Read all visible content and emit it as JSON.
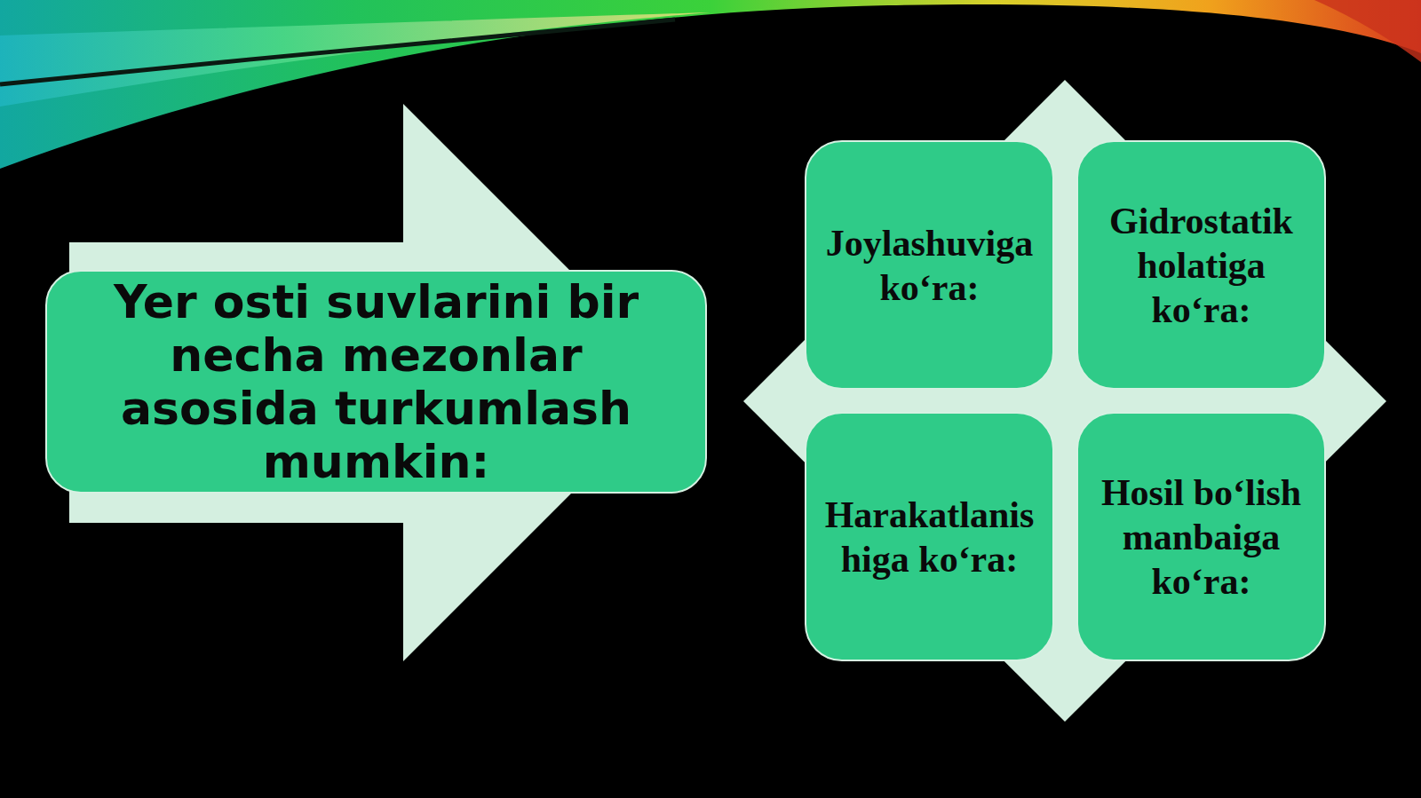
{
  "diagram": {
    "nodes": [
      {
        "text": [
          "Yer osti suvlarini bir necha mezonlar asosida turkumlash mumkin:"
        ]
      },
      {
        "text": [
          "Joylashuviga ko‘ra:"
        ]
      },
      {
        "text": [
          "Gidrostatik holatiga ko‘ra:"
        ]
      },
      {
        "text": [
          "Harakatlanishiga ko‘ra:"
        ]
      },
      {
        "text": [
          "Hosil bo‘lish manbaiga ko‘ra:"
        ]
      }
    ]
  }
}
